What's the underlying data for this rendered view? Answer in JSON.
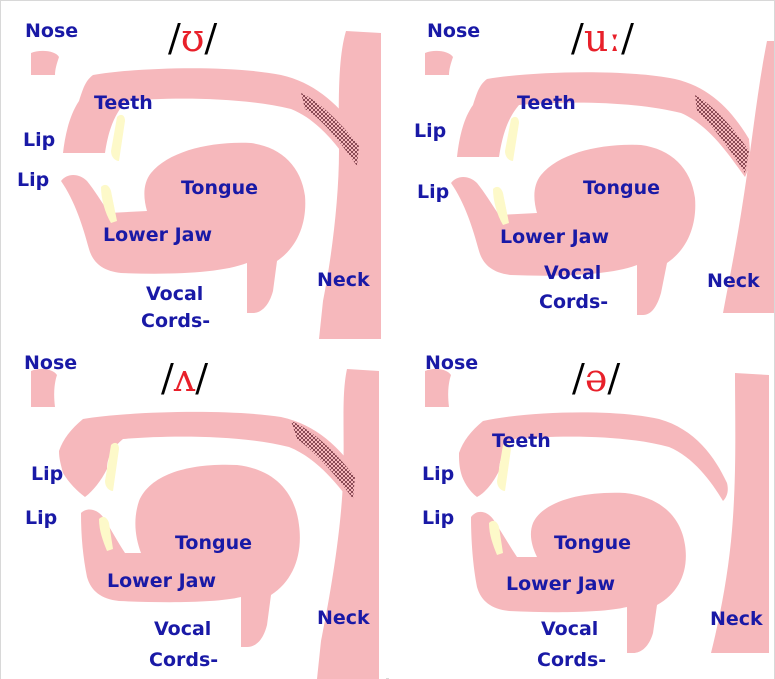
{
  "colors": {
    "tissue": "#f6b8bc",
    "teeth": "#fdf9c9",
    "label": "#1919a6",
    "symbol": "#e8202a",
    "velum_dots": "#8a4a55"
  },
  "diagrams": [
    {
      "symbol": "ʊ",
      "slash": "/",
      "labels": {
        "nose": "Nose",
        "teeth": "Teeth",
        "upper_lip": "Lip",
        "lower_lip": "Lip",
        "tongue": "Tongue",
        "lower_jaw": "Lower Jaw",
        "vocal": "Vocal",
        "cords": "Cords-",
        "neck": "Neck"
      }
    },
    {
      "symbol": "uː",
      "slash": "/",
      "labels": {
        "nose": "Nose",
        "teeth": "Teeth",
        "upper_lip": "Lip",
        "lower_lip": "Lip",
        "tongue": "Tongue",
        "lower_jaw": "Lower Jaw",
        "vocal": "Vocal",
        "cords": "Cords-",
        "neck": "Neck"
      }
    },
    {
      "symbol": "ʌ",
      "slash": "/",
      "labels": {
        "nose": "Nose",
        "upper_lip": "Lip",
        "lower_lip": "Lip",
        "tongue": "Tongue",
        "lower_jaw": "Lower Jaw",
        "vocal": "Vocal",
        "cords": "Cords-",
        "neck": "Neck"
      }
    },
    {
      "symbol": "ə",
      "slash": "/",
      "labels": {
        "nose": "Nose",
        "teeth": "Teeth",
        "upper_lip": "Lip",
        "lower_lip": "Lip",
        "tongue": "Tongue",
        "lower_jaw": "Lower Jaw",
        "vocal": "Vocal",
        "cords": "Cords-",
        "neck": "Neck"
      }
    }
  ]
}
